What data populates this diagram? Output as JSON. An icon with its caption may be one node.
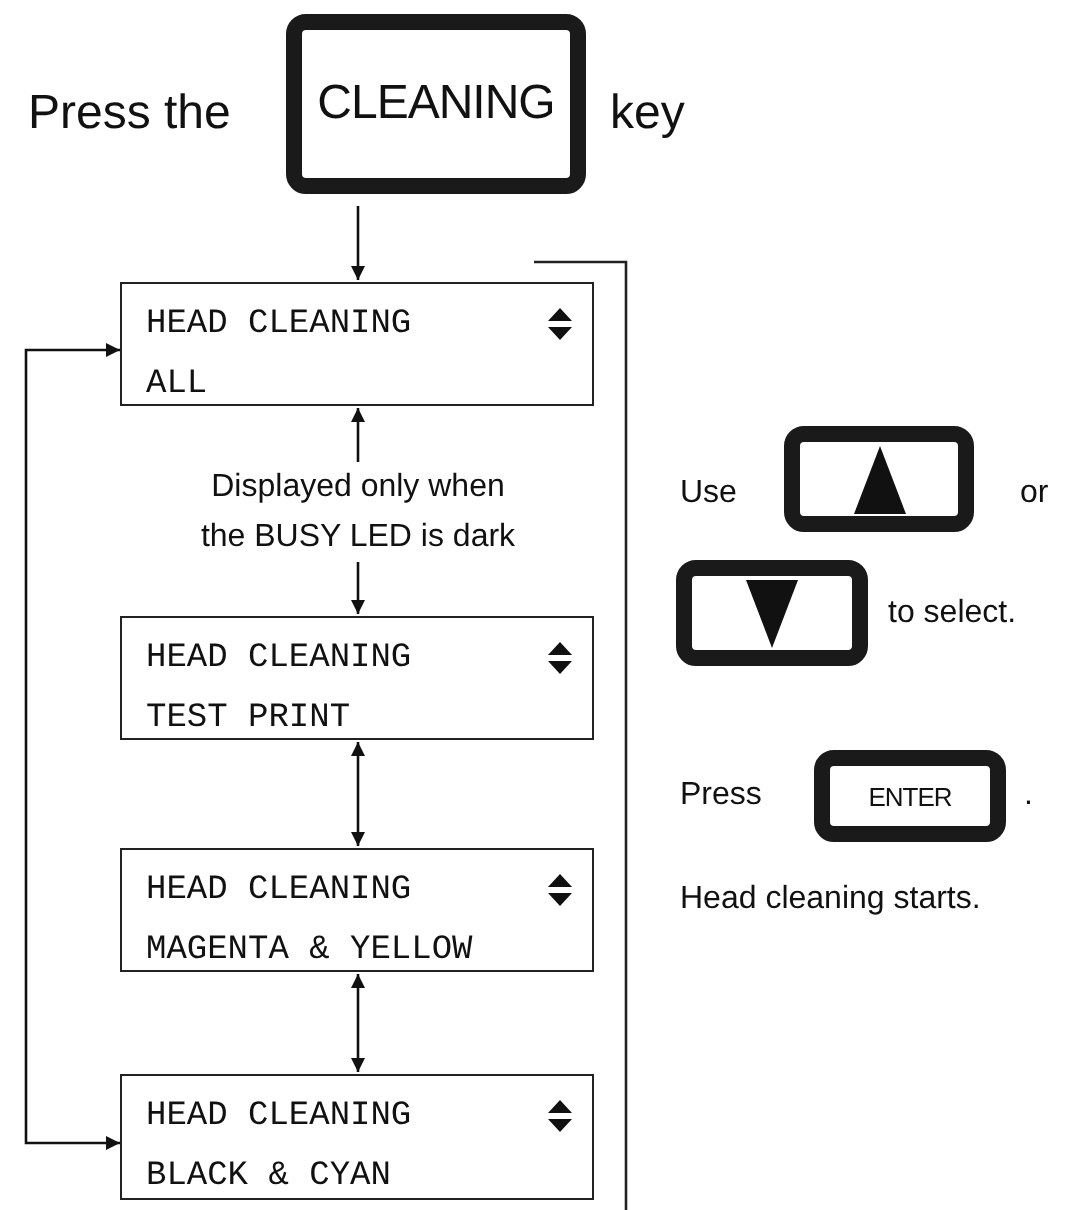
{
  "diagram": {
    "nodes": [
      {
        "text": [
          "CLEANING"
        ]
      },
      {
        "text": [
          "HEAD CLEANING",
          "ALL"
        ]
      },
      {
        "text": [
          "HEAD CLEANING",
          "TEST PRINT"
        ]
      },
      {
        "text": [
          "HEAD CLEANING",
          "MAGENTA & YELLOW"
        ]
      },
      {
        "text": [
          "HEAD CLEANING",
          "BLACK & CYAN"
        ]
      },
      {
        "text": [],
        "shape": "box"
      },
      {
        "text": [],
        "shape": "box"
      },
      {
        "text": [
          "ENTER"
        ]
      }
    ],
    "edges": [
      {
        "from": 0,
        "to": 1,
        "arrow": "to"
      },
      {
        "from": 1,
        "to": 2,
        "arrow": "both",
        "label": "Displayed only when the BUSY LED is dark"
      },
      {
        "from": 2,
        "to": 3,
        "arrow": "both"
      },
      {
        "from": 3,
        "to": 4,
        "arrow": "both"
      },
      {
        "from": 1,
        "to": 4,
        "arrow": "both"
      }
    ],
    "labels": [
      "Press the",
      "key",
      "Use",
      "or",
      "to select.",
      "Press",
      ".",
      "Head cleaning starts."
    ]
  }
}
